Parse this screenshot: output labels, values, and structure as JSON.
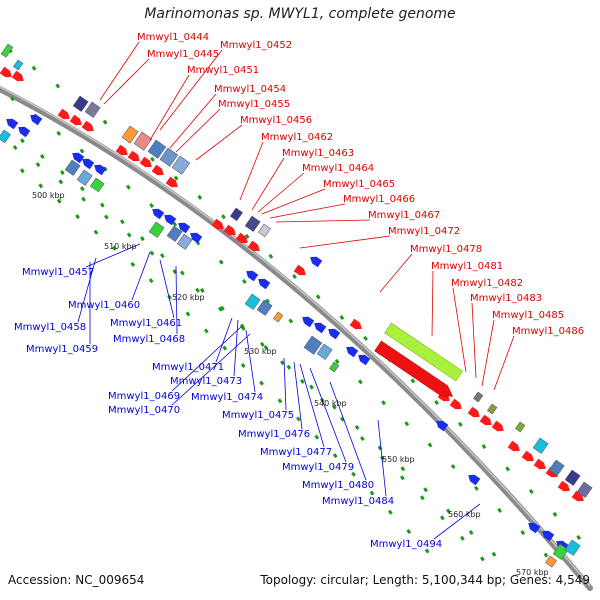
{
  "title": "Marinomonas sp. MWYL1, complete genome",
  "footer": {
    "accession": "Accession: NC_009654",
    "summary": "Topology: circular; Length: 5,100,344 bp; Genes: 4,549"
  },
  "colors": {
    "forward_label": "#e00000",
    "reverse_label": "#0000dd",
    "backbone": "#888888",
    "ticks": "#1a9a1a"
  },
  "scale_marks": [
    "500 kbp",
    "510 kbp",
    "520 kbp",
    "530 kbp",
    "540 kbp",
    "550 kbp",
    "560 kbp",
    "570 kbp"
  ],
  "forward_genes": [
    "Mmwyl1_0444",
    "Mmwyl1_0445",
    "Mmwyl1_0451",
    "Mmwyl1_0452",
    "Mmwyl1_0454",
    "Mmwyl1_0455",
    "Mmwyl1_0456",
    "Mmwyl1_0462",
    "Mmwyl1_0463",
    "Mmwyl1_0464",
    "Mmwyl1_0465",
    "Mmwyl1_0466",
    "Mmwyl1_0467",
    "Mmwyl1_0472",
    "Mmwyl1_0478",
    "Mmwyl1_0481",
    "Mmwyl1_0482",
    "Mmwyl1_0483",
    "Mmwyl1_0485",
    "Mmwyl1_0486"
  ],
  "reverse_genes": [
    "Mmwyl1_0457",
    "Mmwyl1_0460",
    "Mmwyl1_0458",
    "Mmwyl1_0461",
    "Mmwyl1_0459",
    "Mmwyl1_0468",
    "Mmwyl1_0471",
    "Mmwyl1_0473",
    "Mmwyl1_0469",
    "Mmwyl1_0474",
    "Mmwyl1_0470",
    "Mmwyl1_0475",
    "Mmwyl1_0476",
    "Mmwyl1_0477",
    "Mmwyl1_0479",
    "Mmwyl1_0480",
    "Mmwyl1_0484",
    "Mmwyl1_0494"
  ]
}
